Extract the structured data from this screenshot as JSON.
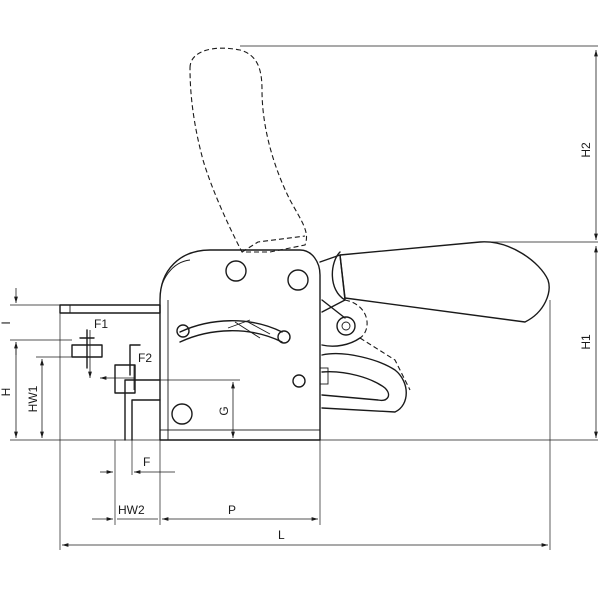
{
  "dimensions": {
    "H2": "H2",
    "H1": "H1",
    "I": "I",
    "H": "H",
    "HW1": "HW1",
    "F1": "F1",
    "F2": "F2",
    "G": "G",
    "F": "F",
    "HW2": "HW2",
    "P": "P",
    "L": "L"
  }
}
